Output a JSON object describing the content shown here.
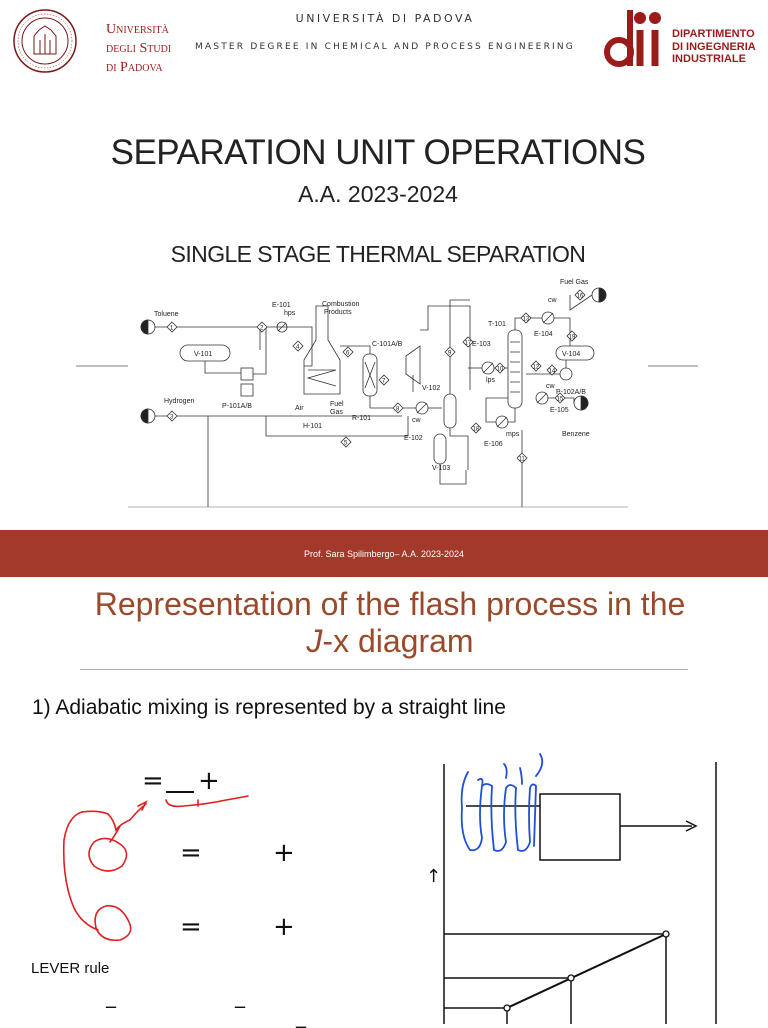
{
  "header": {
    "university_name_lines": [
      "Università",
      "degli Studi",
      "di Padova"
    ],
    "university_title": "UNIVERSITÀ DI PADOVA",
    "degree": "MASTER DEGREE IN CHEMICAL AND PROCESS ENGINEERING",
    "department_lines": [
      "DIPARTIMENTO",
      "DI INGEGNERIA",
      "INDUSTRIALE"
    ]
  },
  "cover": {
    "title": "SEPARATION UNIT OPERATIONS",
    "academic_year": "A.A. 2023-2024",
    "topic": "SINGLE STAGE THERMAL SEPARATION"
  },
  "flowsheet": {
    "labels": {
      "toluene": "Toluene",
      "hydrogen": "Hydrogen",
      "v101": "V-101",
      "p101": "P-101A/B",
      "e101": "E-101",
      "hps": "hps",
      "combustion": "Combustion",
      "products": "Products",
      "air": "Air",
      "fuel": "Fuel",
      "gas": "Gas",
      "h101": "H-101",
      "c101": "C-101A/B",
      "r101": "R-101",
      "e102": "E-102",
      "cw": "cw",
      "v102": "V-102",
      "v103": "V-103",
      "e103": "E-103",
      "lps": "lps",
      "t101": "T-101",
      "e106": "E-106",
      "mps": "mps",
      "e104": "E-104",
      "v104": "V-104",
      "p102": "P-102A/B",
      "e105": "E-105",
      "fuel_gas": "Fuel Gas",
      "benzene": "Benzene"
    },
    "streams": [
      "1",
      "2",
      "3",
      "4",
      "5",
      "6",
      "7",
      "8",
      "9",
      "10",
      "11",
      "12",
      "13",
      "14",
      "15",
      "16",
      "17",
      "18",
      "19"
    ]
  },
  "footer": {
    "text": "Prof. Sara Spilimbergo– A.A. 2023-2024"
  },
  "slide2": {
    "title_line1": "Representation of the flash process in the",
    "title_italic": "J",
    "title_line2_rest": "-x diagram",
    "point1": "1) Adiabatic mixing is represented by a straight line",
    "eq_equals": "=",
    "eq_plus": "+",
    "lever": "LEVER rule",
    "lever_dash": "_",
    "up_arrow": "↑"
  },
  "colors": {
    "brand_red": "#9b1b1b",
    "footer_band": "#a3392b",
    "title_brown": "#9a4a2b",
    "annotation_red": "#e02020",
    "annotation_blue": "#1f4fd6"
  }
}
